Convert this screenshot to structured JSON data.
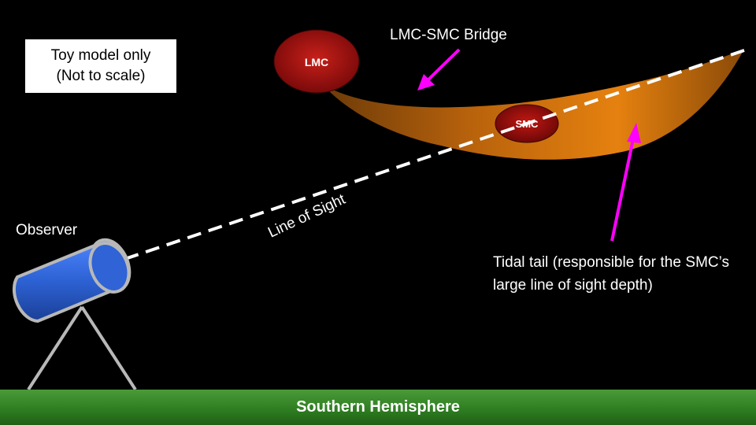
{
  "note_box": {
    "line1": "Toy model only",
    "line2": "(Not to scale)"
  },
  "galaxies": {
    "lmc": "LMC",
    "smc": "SMC"
  },
  "labels": {
    "bridge": "LMC-SMC Bridge",
    "line_of_sight": "Line of Sight",
    "observer": "Observer",
    "tidal_tail": "Tidal tail (responsible for the SMC’s large line of sight depth)",
    "ground": "Southern Hemisphere"
  },
  "colors": {
    "background": "#000000",
    "galaxy_fill": "#b01414",
    "tail_orange": "#e07a10",
    "arrow_magenta": "#ff00ff",
    "telescope_blue": "#2f63d6",
    "ground_green": "#3b8a2c"
  }
}
